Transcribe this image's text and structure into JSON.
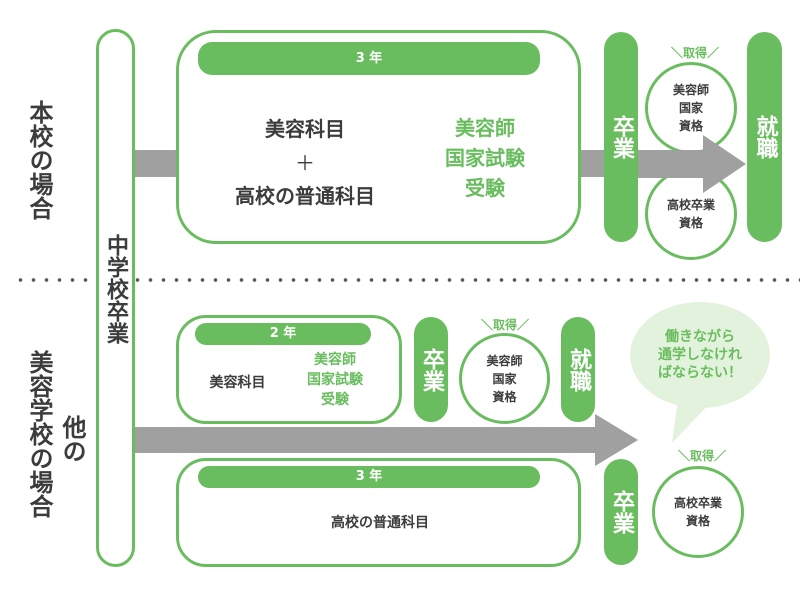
{
  "colors": {
    "accent": "#6abd5f",
    "arrow": "#a0a0a0",
    "text": "#3c3c3c",
    "bubble": "#e2f2dc"
  },
  "left_labels": {
    "this_school": "本校の場合",
    "other_school_line1": "美容学校の場合",
    "other_school_line2": "他の"
  },
  "junior_high_grad": "中学校卒業",
  "top_row": {
    "duration": "3 年",
    "subjects_line1": "美容科目",
    "plus": "＋",
    "subjects_line2": "高校の普通科目",
    "exam_lines": [
      "美容師",
      "国家試験",
      "受験"
    ],
    "graduation": "卒業",
    "acquire_label": "取得",
    "qual1_lines": [
      "美容師",
      "国家",
      "資格"
    ],
    "qual2_lines": [
      "高校卒業",
      "資格"
    ],
    "employment": "就職"
  },
  "bottom_row": {
    "upper": {
      "duration": "2 年",
      "subjects": "美容科目",
      "exam_lines": [
        "美容師",
        "国家試験",
        "受験"
      ],
      "graduation": "卒業",
      "acquire_label": "取得",
      "qual_lines": [
        "美容師",
        "国家",
        "資格"
      ],
      "employment": "就職"
    },
    "lower": {
      "duration": "3 年",
      "subjects": "高校の普通科目",
      "graduation": "卒業",
      "acquire_label": "取得",
      "qual_lines": [
        "高校卒業",
        "資格"
      ]
    },
    "bubble_lines": [
      "働きながら",
      "通学しなけれ",
      "ばならない！"
    ]
  }
}
